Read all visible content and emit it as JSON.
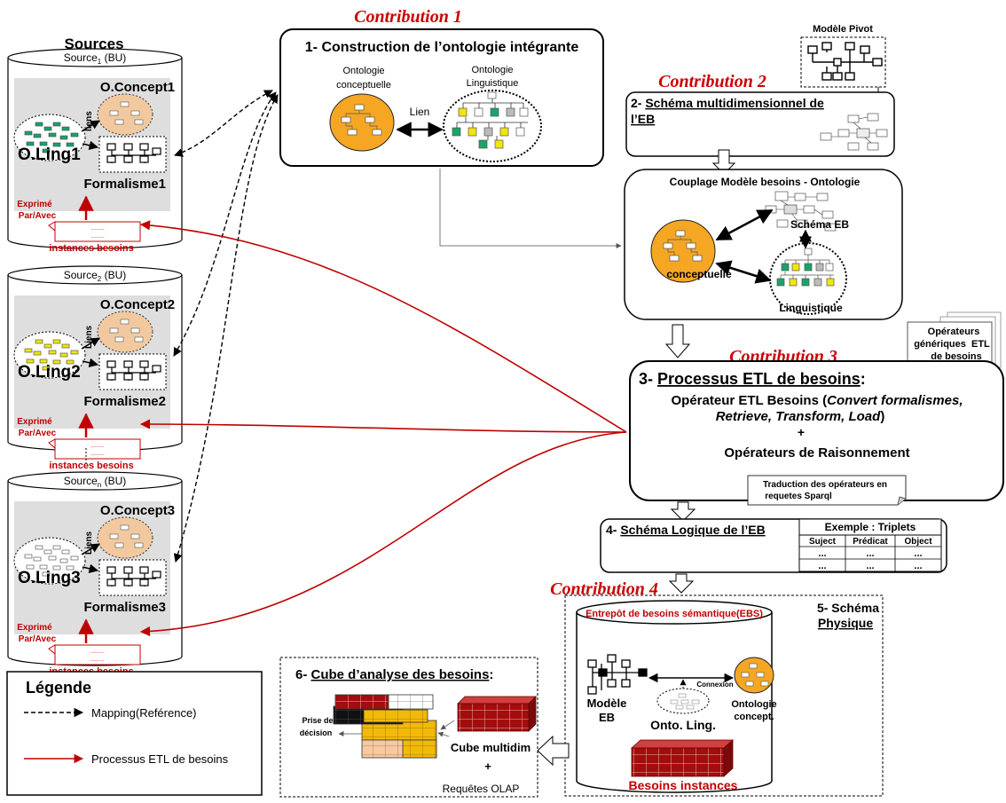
{
  "sources": {
    "title": "Sources",
    "items": [
      {
        "header": "Source",
        "sub": "1",
        "suffix": " (BU)",
        "concept": "O.Concept1",
        "ling": "O.Ling1",
        "formalism": "Formalisme1",
        "liens": "liens",
        "expressed1": "Exprimé",
        "expressed2": "Par/Avec",
        "instances": "instances besoins",
        "dots": "........"
      },
      {
        "header": "Source",
        "sub": "2",
        "suffix": " (BU)",
        "concept": "O.Concept2",
        "ling": "O.Ling2",
        "formalism": "Formalisme2",
        "liens": "Liens",
        "expressed1": "Exprimé",
        "expressed2": "Par/Avec",
        "instances": "instances besoins",
        "dots": "........"
      },
      {
        "header": "Source",
        "sub": "n",
        "suffix": " (BU)",
        "concept": "O.Concept3",
        "ling": "O.Ling3",
        "formalism": "Formalisme3",
        "liens": "Liens",
        "expressed1": "Exprimé",
        "expressed2": "Par/Avec",
        "instances": "instances besoins",
        "dots": "........"
      }
    ]
  },
  "contributions": [
    "Contribution 1",
    "Contribution 2",
    "Contribution 3",
    "Contribution 4"
  ],
  "step1": {
    "title": "1- Construction de l’ontologie intégrante",
    "onto_concept_l1": "Ontologie",
    "onto_concept_l2": "conceptuelle",
    "onto_ling_l1": "Ontologie",
    "onto_ling_l2": "Linguistique",
    "link": "Lien"
  },
  "pivot": {
    "title": "Modèle Pivot"
  },
  "step2": {
    "num": "2- ",
    "title_l1": "Schéma multidimensionnel de",
    "title_l2": "l’EB"
  },
  "coupling": {
    "title": "Couplage Modèle besoins - Ontologie",
    "schema": "Schéma EB",
    "concept": "conceptuelle",
    "ling": "Linguistique"
  },
  "generic_ops": {
    "l1": "Opérateurs",
    "l2": "génériques  ETL",
    "l3": "de besoins"
  },
  "step3": {
    "num": "3- ",
    "title": "Processus ETL de besoins",
    "colon": ":",
    "line1a": "Opérateur ETL Besoins (",
    "line1b": "Convert formalismes,",
    "line2a": "Retrieve, Transform, Load",
    "line2b": ")",
    "plus": "+",
    "line3": "Opérateurs de Raisonnement",
    "note_l1": "Traduction des opérateurs en",
    "note_l2": "requetes Sparql"
  },
  "step4": {
    "num": "4- ",
    "title": "Schéma Logique de l’EB",
    "example": "Exemple : Triplets",
    "columns": [
      "Suject",
      "Prédicat",
      "Object"
    ],
    "rows": [
      [
        "...",
        "...",
        "..."
      ],
      [
        "...",
        "...",
        "..."
      ]
    ]
  },
  "step5": {
    "title_l1": "5- Schéma",
    "title_l2": "Physique",
    "ebs": "Entrepôt de besoins sémantique(EBS)",
    "modele_l1": "Modèle",
    "modele_l2": "EB",
    "connexion": "Connexion",
    "onto_l1": "Ontologie",
    "onto_l2": "concept.",
    "onto_ling": "Onto. Ling.",
    "instances": "Besoins instances"
  },
  "step6": {
    "num": "6- ",
    "title": "Cube d’analyse des besoins",
    "colon": ":",
    "decision_l1": "Prise de",
    "decision_l2": "décision",
    "cube": "Cube multidim",
    "plus": "+",
    "olap": "Requêtes OLAP"
  },
  "legend": {
    "title": "Légende",
    "mapping": "Mapping(Reférence)",
    "etl": "Processus ETL de besoins"
  },
  "colors": {
    "contribution": "#cc0000",
    "etl_arrow": "#c00000",
    "ontology_orange": "#f5a623",
    "concept_tan": "#f2c99e",
    "cube_red": "#b01010",
    "gray_panel": "#dedede"
  }
}
